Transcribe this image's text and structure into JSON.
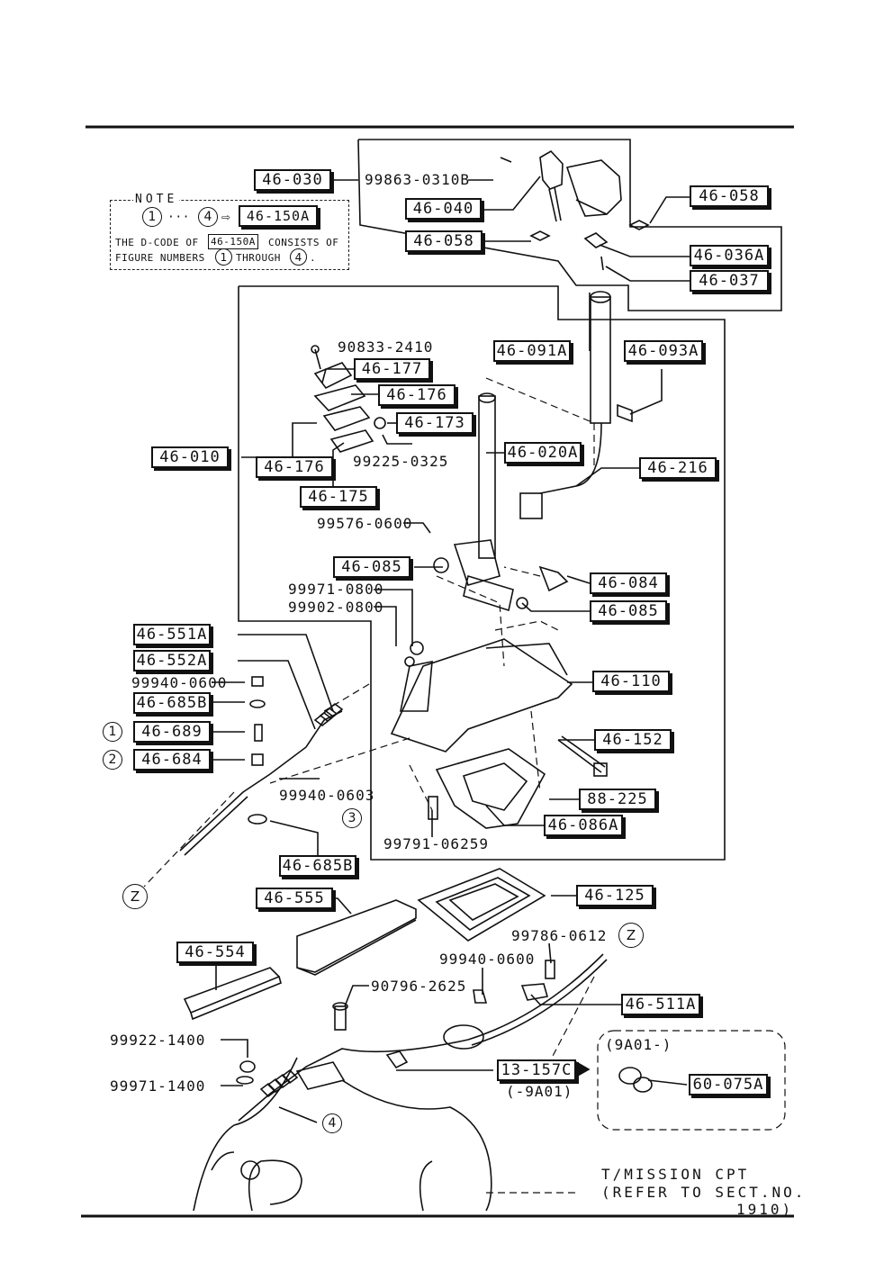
{
  "note": {
    "title": "NOTE",
    "range_from": "1",
    "range_sep": "···",
    "range_to": "4",
    "arrow": "⇨",
    "code": "46-150A",
    "line1_pre": "THE D-CODE OF",
    "line1_code": "46-150A",
    "line1_post": "CONSISTS OF",
    "line2_pre": "FIGURE NUMBERS",
    "line2_from": "1",
    "line2_mid": "THROUGH",
    "line2_to": "4",
    "line2_end": "."
  },
  "parts": {
    "p46_030": "46-030",
    "p46_040": "46-040",
    "p46_058a": "46-058",
    "p46_058b": "46-058",
    "p46_036a": "46-036A",
    "p46_037": "46-037",
    "p46_091a": "46-091A",
    "p46_093a": "46-093A",
    "p46_177": "46-177",
    "p46_176a": "46-176",
    "p46_173": "46-173",
    "p46_020a": "46-020A",
    "p46_216": "46-216",
    "p46_010": "46-010",
    "p46_176b": "46-176",
    "p46_175": "46-175",
    "p46_085a": "46-085",
    "p46_084": "46-084",
    "p46_085b": "46-085",
    "p46_551a": "46-551A",
    "p46_552a": "46-552A",
    "p46_685b_a": "46-685B",
    "p46_689": "46-689",
    "p46_684": "46-684",
    "p46_110": "46-110",
    "p46_152": "46-152",
    "p88_225": "88-225",
    "p46_086a": "46-086A",
    "p46_685b_b": "46-685B",
    "p46_555": "46-555",
    "p46_125": "46-125",
    "p46_554": "46-554",
    "p46_511a": "46-511A",
    "p13_157c": "13-157C",
    "p60_075a": "60-075A"
  },
  "numbers": {
    "n99863": "99863-0310B",
    "n90833": "90833-2410",
    "n99225": "99225-0325",
    "n99576": "99576-0600",
    "n99971_0800": "99971-0800",
    "n99902": "99902-0800",
    "n99940_0600a": "99940-0600",
    "n99940_0603": "99940-0603",
    "n99791": "99791-06259",
    "n99786": "99786-0612",
    "n99940_0600b": "99940-0600",
    "n90796": "90796-2625",
    "n99922": "99922-1400",
    "n99971_1400": "99971-1400",
    "n9a01_paren": "(-9A01)",
    "n9a01_range": "(9A01-)"
  },
  "callouts": {
    "c1": "1",
    "c2": "2",
    "c3": "3",
    "c4": "4",
    "z1": "Z",
    "z2": "Z"
  },
  "footer": {
    "line1": "T/MISSION CPT",
    "line2": "(REFER TO SECT.NO.",
    "line3": "1910)"
  }
}
